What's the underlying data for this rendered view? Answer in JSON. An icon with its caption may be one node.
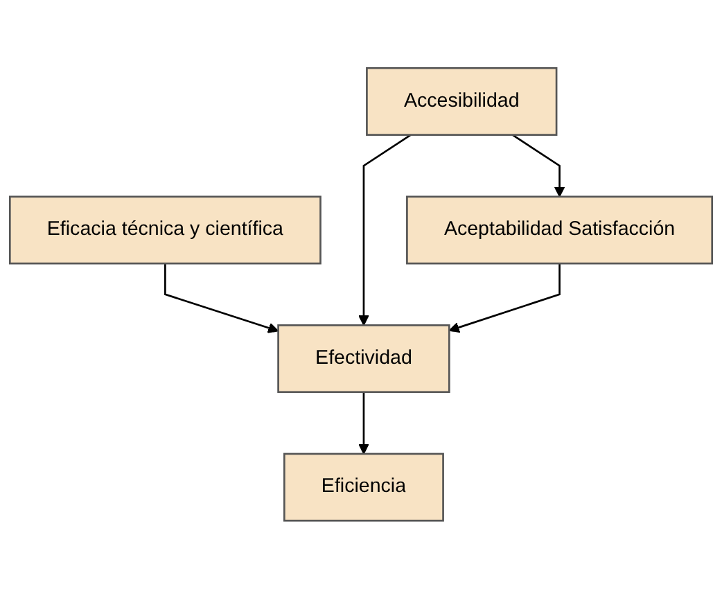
{
  "diagram": {
    "nodes": [
      {
        "text": [
          "Eficacia técnica y científica"
        ]
      },
      {
        "text": [
          "Accesibilidad"
        ]
      },
      {
        "text": [
          "Efectividad"
        ]
      },
      {
        "text": [
          "Aceptabilidad Satisfacción"
        ]
      },
      {
        "text": [
          "Eficiencia"
        ]
      }
    ],
    "edges": [
      {
        "from": 0,
        "to": 2,
        "arrow": "to"
      },
      {
        "from": 1,
        "to": 2,
        "arrow": "to"
      },
      {
        "from": 1,
        "to": 3,
        "arrow": "to"
      },
      {
        "from": 3,
        "to": 2,
        "arrow": "to"
      },
      {
        "from": 2,
        "to": 4,
        "arrow": "to"
      }
    ]
  }
}
